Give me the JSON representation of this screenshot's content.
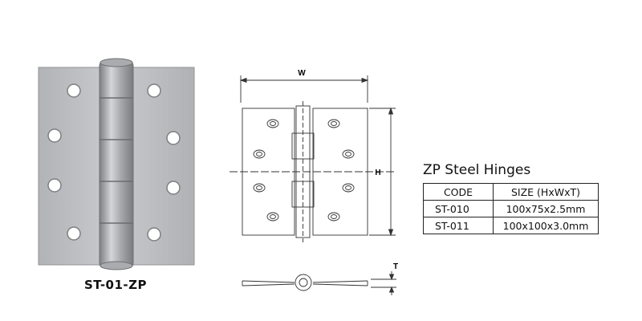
{
  "product": {
    "caption": "ST-01-ZP"
  },
  "drawing": {
    "dim_width": "W",
    "dim_height": "H",
    "dim_thickness": "T"
  },
  "spec": {
    "title": "ZP Steel Hinges",
    "headers": [
      "CODE",
      "SIZE (HxWxT)"
    ],
    "rows": [
      {
        "code": "ST-010",
        "size": "100x75x2.5mm"
      },
      {
        "code": "ST-011",
        "size": "100x100x3.0mm"
      }
    ]
  },
  "colors": {
    "steel_plate": "#b8b9bc",
    "steel_dark": "#8e9094",
    "line": "#333333"
  }
}
